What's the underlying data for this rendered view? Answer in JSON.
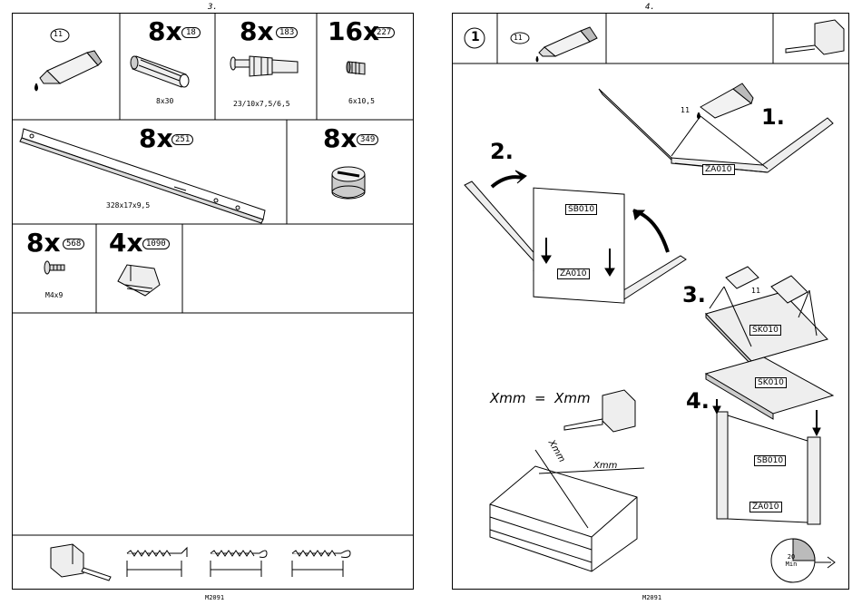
{
  "left_page": {
    "page_number": "3.",
    "footer_code": "M2091",
    "parts_row1": [
      {
        "qty": "",
        "part_id": "11",
        "dim": ""
      },
      {
        "qty": "8x",
        "part_id": "18",
        "dim": "8x30"
      },
      {
        "qty": "8x",
        "part_id": "183",
        "dim": "23/10x7,5/6,5"
      },
      {
        "qty": "16x",
        "part_id": "227",
        "dim": "6x10,5"
      }
    ],
    "parts_row2": [
      {
        "qty": "8x",
        "part_id": "251",
        "dim": "328x17x9,5"
      },
      {
        "qty": "8x",
        "part_id": "349",
        "dim": ""
      }
    ],
    "parts_row3": [
      {
        "qty": "8x",
        "part_id": "568",
        "dim": "M4x9"
      },
      {
        "qty": "4x",
        "part_id": "1090",
        "dim": ""
      }
    ]
  },
  "right_page": {
    "page_number": "4.",
    "footer_code": "M2091",
    "step_number": "1",
    "glue_id": "11",
    "steps": [
      "1.",
      "2.",
      "3.",
      "4."
    ],
    "glue_label_1": "11",
    "glue_label_3": "11",
    "panel_labels": {
      "za_top": "ZA010",
      "za_step2": "ZA010",
      "sb_step2": "SB010",
      "sk_step3": "SK010",
      "sk_step4": "SK010",
      "sb_step4": "SB010",
      "za_step4": "ZA010"
    },
    "measure_eq": "Xmm  =  Xmm",
    "xmm_diag1": "Xmm",
    "xmm_diag2": "Xmm",
    "clock_label": "20 Min"
  }
}
